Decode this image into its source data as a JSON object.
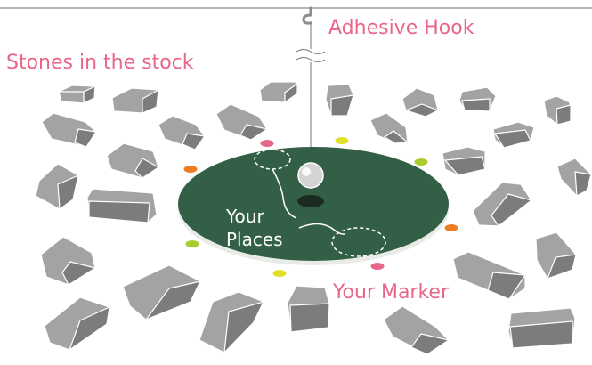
{
  "labels": {
    "hook": "Adhesive Hook",
    "stones": "Stones in the stock",
    "places_line1": "Your",
    "places_line2": "Places",
    "marker": "Your Marker"
  },
  "colors": {
    "label_pink": "#e8668a",
    "table_green": "#335f47",
    "table_edge": "#e9ece6",
    "stone_top": "#a3a3a3",
    "stone_side": "#7c7c7c",
    "stone_line": "#ffffff",
    "line_gray": "#8c8c8c",
    "marker_pink": "#e8668a",
    "marker_yellow": "#e3df28",
    "marker_orange": "#ee7d22",
    "marker_lime": "#a8cc2e",
    "ball": "#d4d4d4"
  },
  "icons": {
    "hook": "hook-icon",
    "ball": "hanging-ball-icon",
    "stone": "stone-block-icon",
    "marker": "marker-disc-icon"
  }
}
